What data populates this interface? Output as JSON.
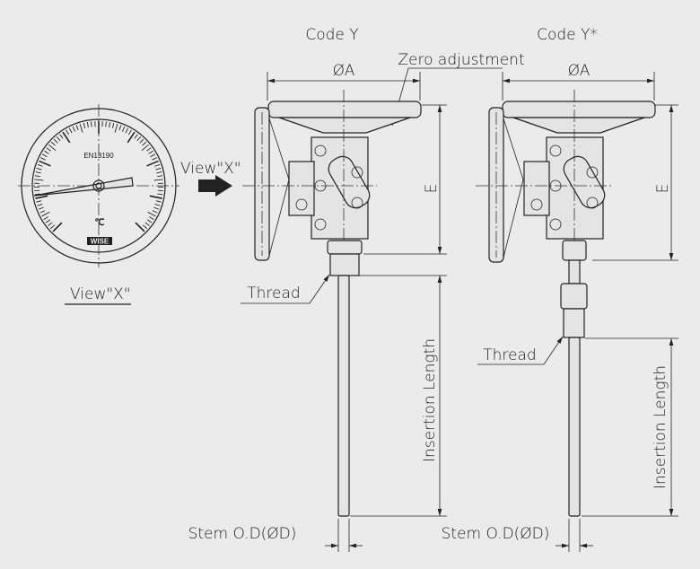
{
  "gauge_view": {
    "standard": "EN13190",
    "unit": "℃",
    "brand": "WISE",
    "caption": "View\"X\"",
    "arrow_label": "View\"X\""
  },
  "code_y": {
    "title": "Code Y",
    "dia_a": "ØA",
    "zero_adjustment": "Zero adjustment",
    "height_e": "E",
    "thread": "Thread",
    "insertion_length": "Insertion Length",
    "stem_od": "Stem O.D(ØD)"
  },
  "code_y_star": {
    "title": "Code Y*",
    "dia_a": "ØA",
    "height_e": "E",
    "thread": "Thread",
    "insertion_length": "Insertion Length",
    "stem_od": "Stem O.D(ØD)"
  }
}
